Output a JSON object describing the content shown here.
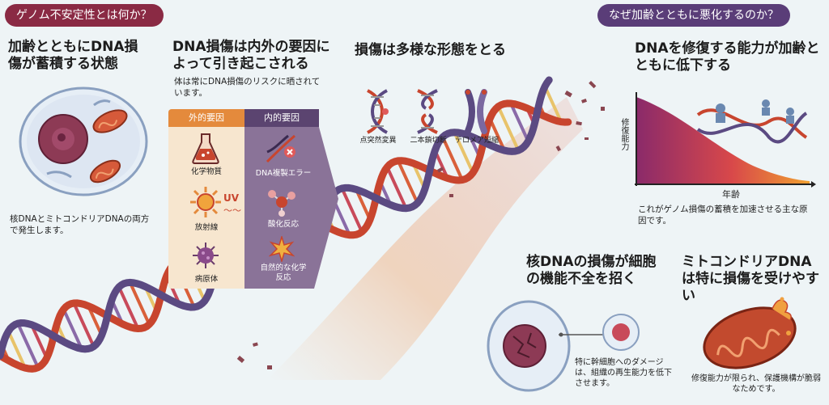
{
  "header": {
    "left_title": "ゲノム不安定性とは何か？",
    "right_title": "なぜ加齢とともに悪化するのか？"
  },
  "section_aging_damage": {
    "title": "加齢とともにDNA損傷が蓄積する状態",
    "caption": "核DNAとミトコンドリアDNAの両方で発生します。"
  },
  "section_causes": {
    "title": "DNA損傷は内外の要因によって引き起こされる",
    "subtitle": "体は常にDNA損傷のリスクに晒されています。",
    "external_label": "外的要因",
    "internal_label": "内的要因",
    "external_items": [
      "化学物質",
      "放射線",
      "病原体"
    ],
    "uv_label": "UV",
    "internal_items": [
      "DNA複製エラー",
      "酸化反応",
      "自然的な化学反応"
    ]
  },
  "section_forms": {
    "title": "損傷は多様な形態をとる",
    "items": [
      "点突然変異",
      "二本鎖切断",
      "テロメア短縮"
    ]
  },
  "section_repair": {
    "title": "DNAを修復する能力が加齢とともに低下する",
    "ylabel": "修復能力",
    "xlabel": "年齢",
    "caption": "これがゲノム損傷の蓄積を加速させる主な原因です。"
  },
  "section_nuclear": {
    "title": "核DNAの損傷が細胞の機能不全を招く",
    "caption": "特に幹細胞へのダメージは、組織の再生能力を低下させます。"
  },
  "section_mito": {
    "title": "ミトコンドリアDNAは特に損傷を受けやすい",
    "caption": "修復能力が限られ、保護機構が脆弱なためです。"
  },
  "colors": {
    "header_left": "#8a2a44",
    "header_right": "#5a3d78",
    "external_panel": "#f7e6cf",
    "external_head": "#e48a3c",
    "internal_panel": "#8a7398",
    "internal_head": "#5b4470",
    "helix_red": "#c8452e",
    "helix_purple": "#5b4a82"
  }
}
